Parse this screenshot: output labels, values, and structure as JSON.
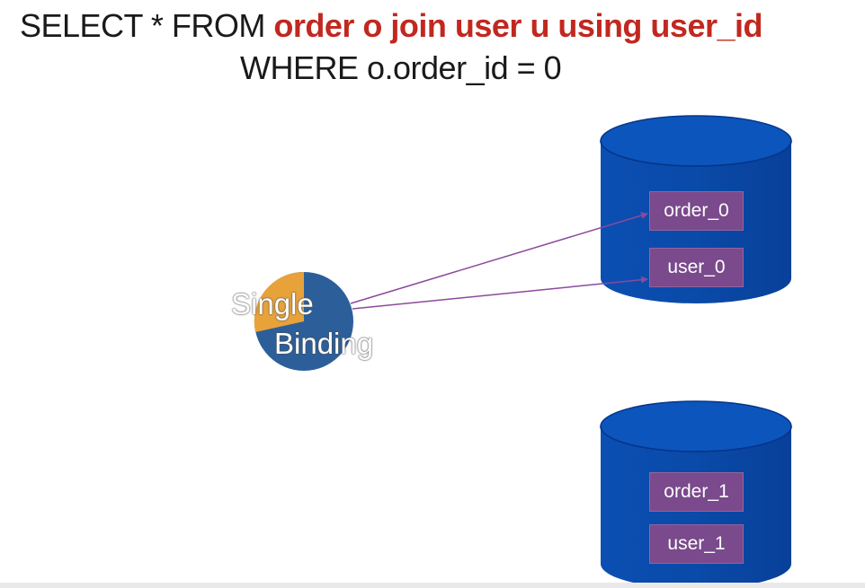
{
  "query": {
    "prefix": "SELECT * FROM ",
    "highlight": "order o join user u using user_id",
    "where_clause": "WHERE o.order_id = 0"
  },
  "binding": {
    "word1": "Single",
    "word2": "Binding"
  },
  "databases": [
    {
      "tables": [
        "order_0",
        "user_0"
      ]
    },
    {
      "tables": [
        "order_1",
        "user_1"
      ]
    }
  ],
  "colors": {
    "highlight_text": "#c1281f",
    "database_blue": "#0a4aa8",
    "table_purple": "#7a4a8c",
    "arrow_purple": "#8a4a9c",
    "pie_orange": "#e8a23a",
    "pie_blue": "#2c5f9a"
  }
}
